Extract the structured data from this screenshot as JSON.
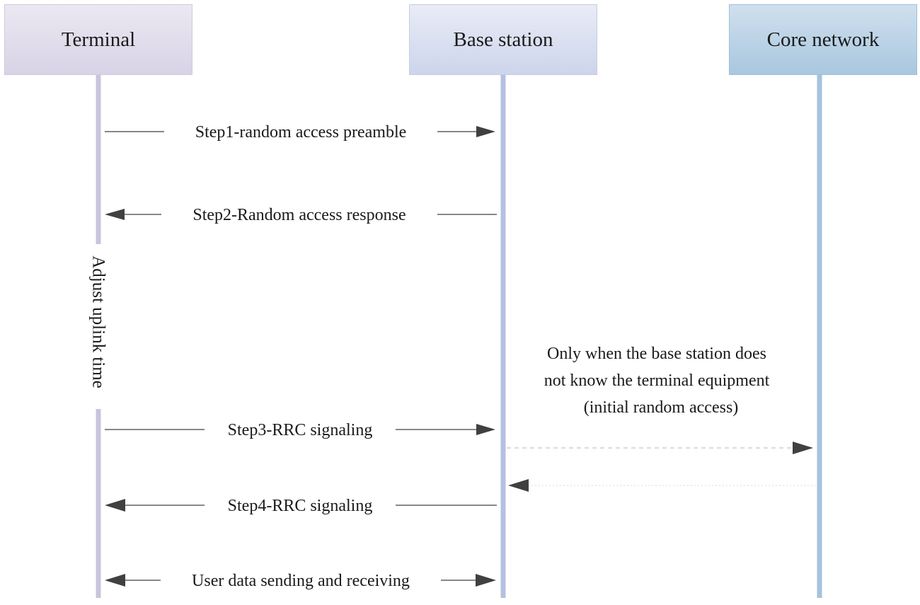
{
  "participants": {
    "terminal": "Terminal",
    "base_station": "Base station",
    "core_network": "Core network"
  },
  "messages": {
    "step1": "Step1-random access preamble",
    "step2": "Step2-Random access response",
    "step3": "Step3-RRC signaling",
    "step4": "Step4-RRC signaling",
    "user_data": "User data sending and receiving"
  },
  "note": {
    "line1": "Only when the base station does",
    "line2": "not know the terminal equipment",
    "line3": "(initial random access)"
  },
  "vertical_label": "Adjust uplink time",
  "colors": {
    "terminal_lifeline": "#c9c4dc",
    "base_lifeline": "#b4c0e2",
    "core_lifeline": "#a6c2de",
    "arrow": "#404040",
    "dashed": "#c8c8c8"
  }
}
